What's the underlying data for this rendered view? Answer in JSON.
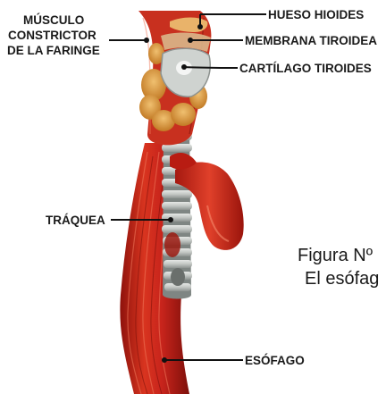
{
  "labels": {
    "musculo_line1": "MÚSCULO",
    "musculo_line2": "CONSTRICTOR",
    "musculo_line3": "DE LA FARINGE",
    "hueso_hioides": "HUESO HIOIDES",
    "membrana_tiroidea": "MEMBRANA TIROIDEA",
    "cartilago_tiroides": "CARTÍLAGO TIROIDES",
    "traquea": "TRÁQUEA",
    "esofago": "ESÓFAGO"
  },
  "caption": {
    "line1": "Figura Nº",
    "line2": "El esófag"
  },
  "colors": {
    "muscle": "#c8241c",
    "muscle_dark": "#8e120c",
    "muscle_light": "#e05a44",
    "fat": "#d99a3c",
    "cartilage": "#c9ccc9",
    "cartilage_dark": "#8d928f"
  }
}
